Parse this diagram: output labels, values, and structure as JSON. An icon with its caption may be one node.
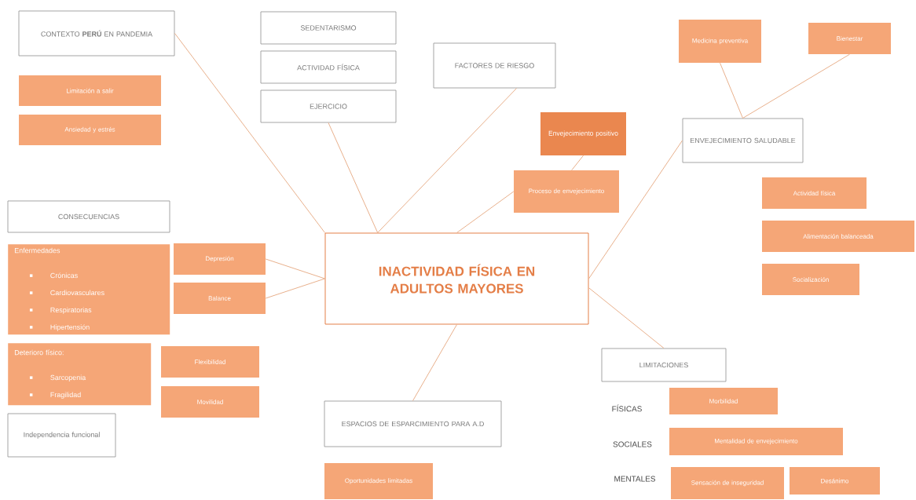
{
  "diagram": {
    "nodes": [
      {
        "text": [
          "CONTEXTO **PERÚ** EN PANDEMIA"
        ]
      },
      {
        "text": [
          "Limitación a salir"
        ]
      },
      {
        "text": [
          "Ansiedad y estrés"
        ]
      },
      {
        "text": [
          "SEDENTARISMO"
        ]
      },
      {
        "text": [
          "ACTIVIDAD FÍSICA"
        ]
      },
      {
        "text": [
          "EJERCICIO"
        ]
      },
      {
        "text": [
          "FACTORES DE RIESGO"
        ]
      },
      {
        "text": [
          "Envejecimiento positivo"
        ]
      },
      {
        "text": [
          "Proceso de envejecimiento"
        ]
      },
      {
        "text": [
          "Medicina preventiva"
        ]
      },
      {
        "text": [
          "Bienestar"
        ]
      },
      {
        "text": [
          "ENVEJECIMIENTO SALUDABLE"
        ]
      },
      {
        "text": [
          "Actividad física"
        ]
      },
      {
        "text": [
          "Alimentación balanceada"
        ]
      },
      {
        "text": [
          "Socialización"
        ]
      },
      {
        "text": [
          "CONSECUENCIAS"
        ]
      },
      {
        "text": [
          "Enfermedades",
          "Crónicas",
          "Cardiovasculares",
          "Respiratorias",
          "Hipertensión"
        ]
      },
      {
        "text": [
          "Depresión"
        ]
      },
      {
        "text": [
          "Balance"
        ]
      },
      {
        "text": [
          "Deterioro físico:",
          "Sarcopenia",
          "Fragilidad"
        ]
      },
      {
        "text": [
          "Flexibilidad"
        ]
      },
      {
        "text": [
          "Movilidad"
        ]
      },
      {
        "text": [
          "Independencia funcional"
        ]
      },
      {
        "text": [
          "INACTIVIDAD FÍSICA EN ADULTOS MAYORES"
        ]
      },
      {
        "text": [
          "ESPACIOS DE ESPARCIMIENTO PARA A.D"
        ]
      },
      {
        "text": [
          "Oportunidades limitadas"
        ]
      },
      {
        "text": [
          "LIMITACIONES"
        ]
      },
      {
        "text": [
          "Morbilidad"
        ]
      },
      {
        "text": [
          "Mentalidad de envejecimiento"
        ]
      },
      {
        "text": [
          "Sensación de inseguridad"
        ]
      },
      {
        "text": [
          "Desánimo"
        ]
      }
    ],
    "edges": [
      {
        "from": 23,
        "to": 0,
        "arrow": "none"
      },
      {
        "from": 23,
        "to": 5,
        "arrow": "none"
      },
      {
        "from": 23,
        "to": 6,
        "arrow": "none"
      },
      {
        "from": 23,
        "to": 8,
        "arrow": "none"
      },
      {
        "from": 8,
        "to": 7,
        "arrow": "none"
      },
      {
        "from": 23,
        "to": 11,
        "arrow": "none"
      },
      {
        "from": 11,
        "to": 9,
        "arrow": "none"
      },
      {
        "from": 11,
        "to": 10,
        "arrow": "none"
      },
      {
        "from": 23,
        "to": 17,
        "arrow": "none"
      },
      {
        "from": 23,
        "to": 18,
        "arrow": "none"
      },
      {
        "from": 23,
        "to": 24,
        "arrow": "none"
      },
      {
        "from": 23,
        "to": 26,
        "arrow": "none"
      }
    ],
    "labels": [
      "FÍSICAS",
      "SOCIALES",
      "MENTALES"
    ]
  }
}
